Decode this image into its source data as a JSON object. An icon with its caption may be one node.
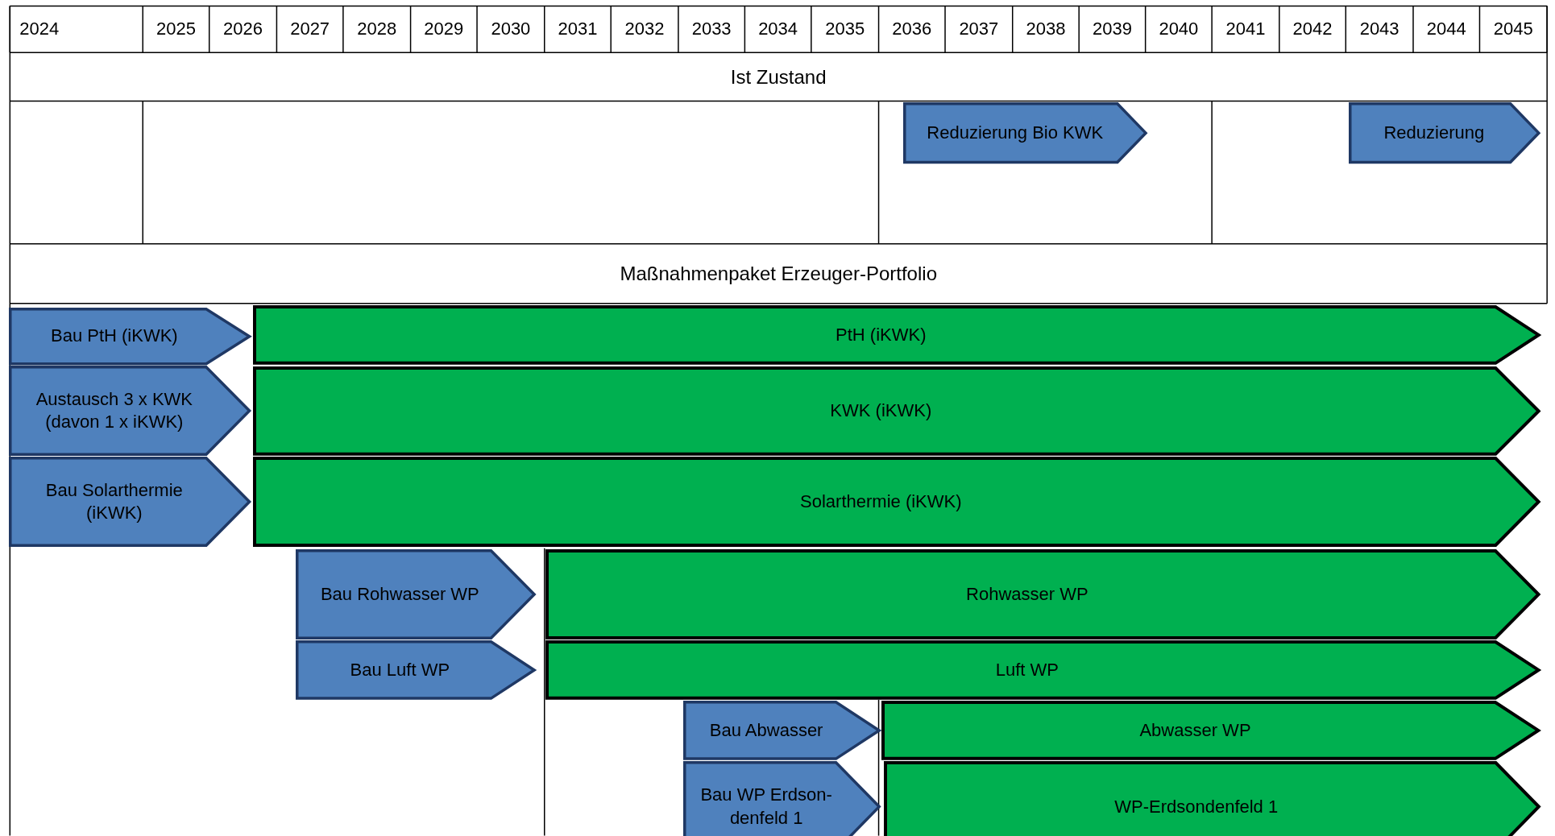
{
  "diagram": {
    "nodes": [
      {
        "text": [
          "Ist Zustand"
        ]
      },
      {
        "text": [
          "Reduzierung Bio KWK"
        ]
      },
      {
        "text": [
          "Reduzierung"
        ]
      },
      {
        "text": [
          "Maßnahmenpaket Erzeuger-Portfolio"
        ]
      },
      {
        "text": [
          "Bau PtH (iKWK)"
        ]
      },
      {
        "text": [
          "PtH (iKWK)"
        ]
      },
      {
        "text": [
          "Austausch 3 x KWK (davon 1 x iKWK)"
        ]
      },
      {
        "text": [
          "KWK (iKWK)"
        ]
      },
      {
        "text": [
          "Bau Solarthermie (iKWK)"
        ]
      },
      {
        "text": [
          "Solarthermie (iKWK)"
        ]
      },
      {
        "text": [
          "Bau Rohwasser WP"
        ]
      },
      {
        "text": [
          "Rohwasser WP"
        ]
      },
      {
        "text": [
          "Bau Luft WP"
        ]
      },
      {
        "text": [
          "Luft WP"
        ]
      },
      {
        "text": [
          "Bau Abwasser"
        ]
      },
      {
        "text": [
          "Abwasser WP"
        ]
      },
      {
        "text": [
          "Bau WP Erdson-denfeld 1"
        ]
      },
      {
        "text": [
          "WP-Erdsondenfeld 1"
        ]
      }
    ],
    "labels": [
      "2024",
      "2025",
      "2026",
      "2027",
      "2028",
      "2029",
      "2030",
      "2031",
      "2032",
      "2033",
      "2034",
      "2035",
      "2036",
      "2037",
      "2038",
      "2039",
      "2040",
      "2041",
      "2042",
      "2043",
      "2044",
      "2045"
    ]
  }
}
